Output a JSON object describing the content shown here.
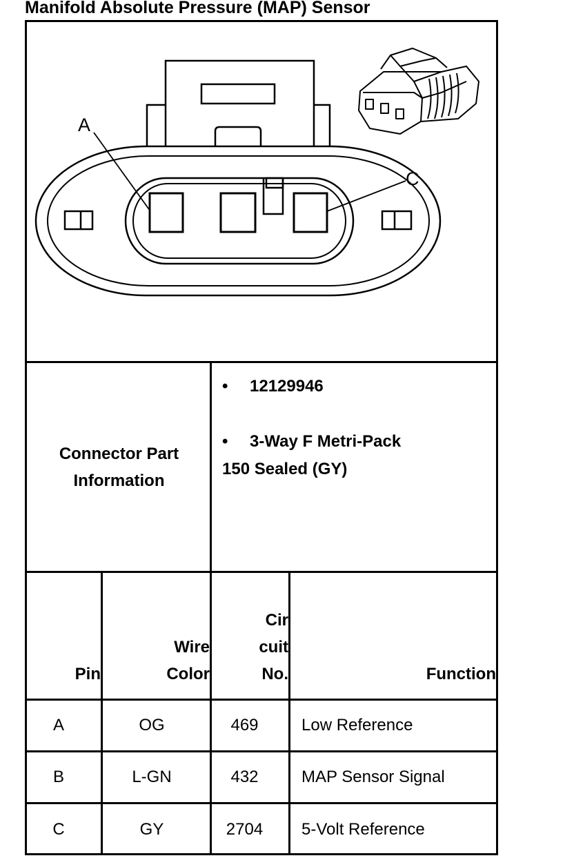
{
  "title": "Manifold Absolute Pressure (MAP) Sensor",
  "diagram": {
    "pin_labels": [
      "A",
      "C"
    ]
  },
  "connector_info": {
    "label_line1": "Connector Part",
    "label_line2": "Information",
    "bullet": "•",
    "item1": "12129946",
    "item2_line1": "3-Way F Metri-Pack",
    "item2_line2": "150 Sealed (GY)"
  },
  "table": {
    "headers": {
      "pin": "Pin",
      "wire_color_1": "Wire",
      "wire_color_2": "Color",
      "circuit_1": "Cir",
      "circuit_2": "cuit",
      "circuit_3": "No.",
      "function": "Function"
    },
    "rows": [
      {
        "pin": "A",
        "wire": "OG",
        "circuit": "469",
        "function": "Low Reference"
      },
      {
        "pin": "B",
        "wire": "L-GN",
        "circuit": "432",
        "function": "MAP Sensor Signal"
      },
      {
        "pin": "C",
        "wire": "GY",
        "circuit": "2704",
        "function": "5-Volt Reference"
      }
    ]
  }
}
